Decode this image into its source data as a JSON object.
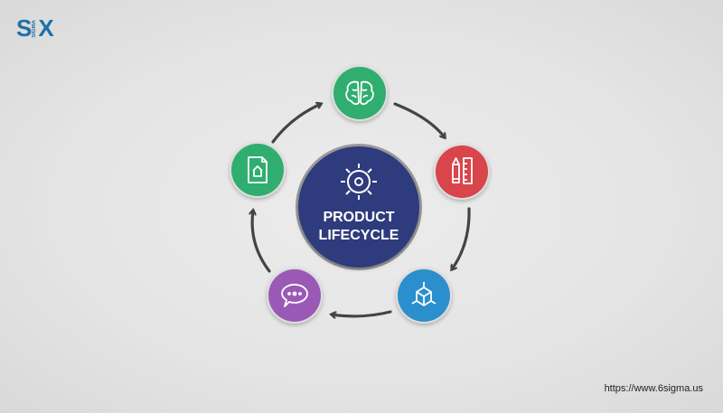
{
  "logo": {
    "left": "S",
    "vertical": "SIGMA",
    "right": "X"
  },
  "center": {
    "line1": "PRODUCT",
    "line2": "LIFECYCLE",
    "icon": "gear-sun-icon",
    "color": "#2e3a7c"
  },
  "stages": [
    {
      "icon": "brain-icon",
      "color": "#2fae6f"
    },
    {
      "icon": "pencil-ruler-icon",
      "color": "#d8454a"
    },
    {
      "icon": "cube-icon",
      "color": "#2a8fcc"
    },
    {
      "icon": "chat-bubble-icon",
      "color": "#9b59b6"
    },
    {
      "icon": "document-home-icon",
      "color": "#2fae6f"
    }
  ],
  "footer": {
    "url": "https://www.6sigma.us"
  }
}
